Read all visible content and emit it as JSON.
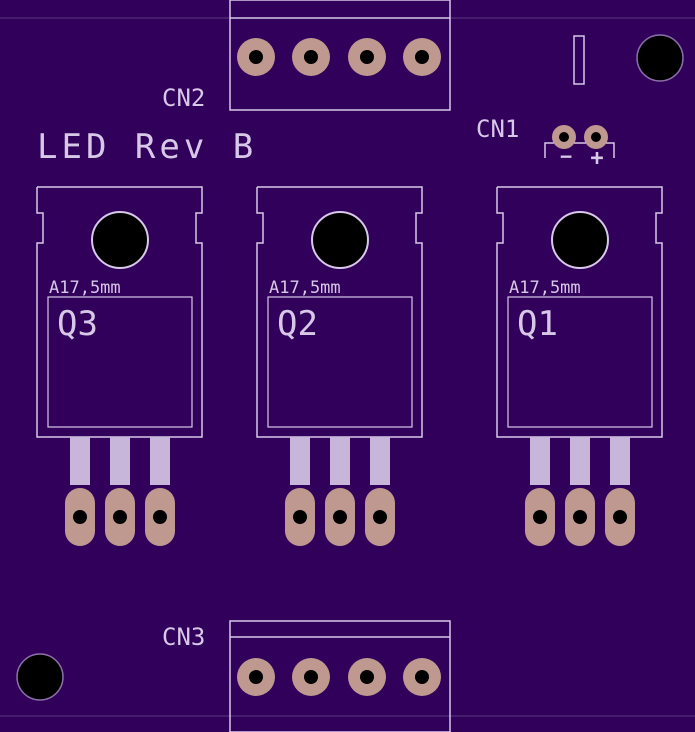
{
  "board": {
    "title": "LED Rev B",
    "colors": {
      "board": "#31005a",
      "silkscreen": "#d8c8e8",
      "copper": "#bf9990",
      "lead": "#c8b6da",
      "drill": "#000000"
    }
  },
  "connectors": [
    {
      "label": "CN2",
      "pins": 4
    },
    {
      "label": "CN3",
      "pins": 4
    },
    {
      "label": "CN1",
      "pins": 2,
      "polarity": {
        "minus": "−",
        "plus": "+"
      }
    }
  ],
  "transistors": [
    {
      "label": "Q3",
      "heatsink": "A17,5mm",
      "pins": 3
    },
    {
      "label": "Q2",
      "heatsink": "A17,5mm",
      "pins": 3
    },
    {
      "label": "Q1",
      "heatsink": "A17,5mm",
      "pins": 3
    }
  ]
}
